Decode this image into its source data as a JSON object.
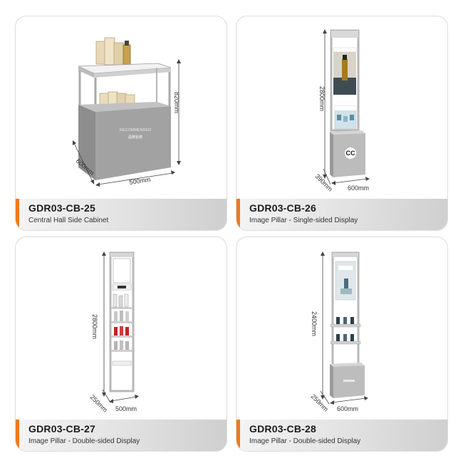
{
  "products": [
    {
      "code": "GDR03-CB-25",
      "desc": "Central Hall Side Cabinet",
      "dims": [
        "820mm",
        "600mm",
        "500mm"
      ],
      "panel_text": [
        "RECOMMENDED",
        "品牌名称"
      ]
    },
    {
      "code": "GDR03-CB-26",
      "desc": "Image Pillar - Single-sided Display",
      "dims": [
        "2800mm",
        "390mm",
        "600mm"
      ]
    },
    {
      "code": "GDR03-CB-27",
      "desc": "Image Pillar - Double-sided Display",
      "dims": [
        "2800mm",
        "250mm",
        "500mm"
      ]
    },
    {
      "code": "GDR03-CB-28",
      "desc": "Image Pillar - Double-sided Display",
      "dims": [
        "2400mm",
        "250mm",
        "600mm"
      ]
    }
  ],
  "colors": {
    "accent": "#f07a1a",
    "cabinet": "#9a9a9a",
    "frame": "#b8b8b8"
  }
}
